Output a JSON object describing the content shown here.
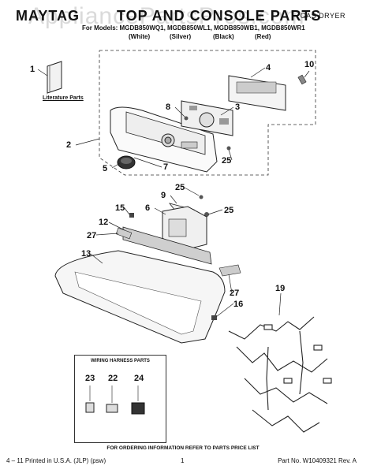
{
  "watermark": "AppliancePartsPros.com",
  "header": {
    "brand": "MAYTAG",
    "title": "TOP AND CONSOLE PARTS",
    "product": "GAS DRYER",
    "models": "For Models: MGDB850WQ1, MGDB850WL1, MGDB850WB1, MGDB850WR1",
    "colors": [
      "(White)",
      "(Silver)",
      "(Black)",
      "(Red)"
    ]
  },
  "labels": {
    "literature": "Literature Parts",
    "wiring_title": "WIRING HARNESS PARTS"
  },
  "callouts": [
    "1",
    "2",
    "3",
    "4",
    "5",
    "6",
    "7",
    "8",
    "9",
    "10",
    "12",
    "13",
    "15",
    "16",
    "19",
    "22",
    "23",
    "24",
    "25",
    "25",
    "25",
    "27",
    "27"
  ],
  "footer": {
    "ordering": "FOR ORDERING INFORMATION REFER TO PARTS PRICE LIST",
    "printed": "4 – 11 Printed in U.S.A. (JLP) (psw)",
    "page": "1",
    "part_no": "Part No. W10409321 Rev. A"
  }
}
